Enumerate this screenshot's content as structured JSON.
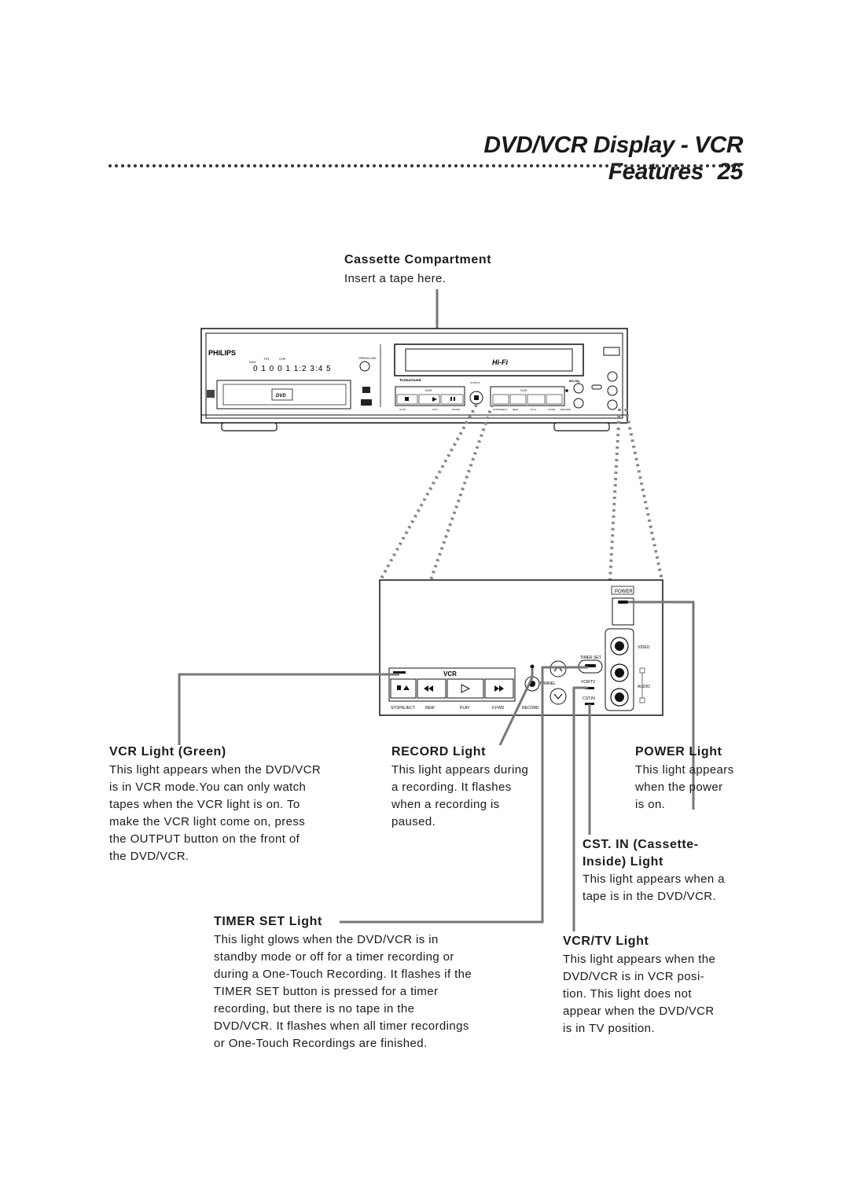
{
  "page": {
    "title": "DVD/VCR Display - VCR Features",
    "page_number": "25"
  },
  "cassette": {
    "heading": "Cassette Compartment",
    "text": "Insert a tape here."
  },
  "device": {
    "brand": "PHILIPS",
    "display_digits": "0 1  0 0  1   1:2 3:4 5",
    "display_labels": [
      "DVD",
      "TITL",
      "CHP"
    ],
    "open_close": "OPEN/CLOSE",
    "hifi": "Hi-Fi",
    "trusurround": "TruSurround",
    "mshq": "MS HQ",
    "dvd_label": "DVD",
    "vcr_label": "VCR",
    "output": "OUTPUT",
    "dvd_button_labels": [
      "STOP",
      "PLAY",
      "PAUSE"
    ],
    "vcr_button_labels": [
      "STOP/EJECT",
      "REW",
      "PLAY",
      "F.FWD",
      "RECORD"
    ]
  },
  "zoom_panel": {
    "power": "POWER",
    "video": "VIDEO",
    "audio": "AUDIO",
    "timer_set": "TIMER SET",
    "vcr_tv": "VCR/TV",
    "cst_in": "CST.IN",
    "channel": "CHANNEL",
    "vcr": "VCR",
    "buttons": [
      "STOP/EJECT",
      "REW",
      "PLAY",
      "F.FWD",
      "RECORD"
    ]
  },
  "sections": {
    "vcr_light": {
      "heading": "VCR Light (Green)",
      "lines": [
        "This light appears when the DVD/VCR",
        "is in VCR mode.You can only watch",
        "tapes when the VCR light is on. To",
        "make the VCR light come on, press",
        "the OUTPUT button on the front of",
        "the DVD/VCR."
      ]
    },
    "record_light": {
      "heading": "RECORD Light",
      "lines": [
        "This light appears during",
        "a recording. It flashes",
        "when a recording is",
        "paused."
      ]
    },
    "power_light": {
      "heading": "POWER Light",
      "lines": [
        "This light appears",
        "when the power",
        "is on."
      ]
    },
    "cst_in_light": {
      "heading_lines": [
        "CST. IN (Cassette-",
        "Inside) Light"
      ],
      "lines": [
        "This light appears when a",
        "tape is in the DVD/VCR."
      ]
    },
    "timer_set_light": {
      "heading": "TIMER SET Light",
      "lines": [
        "This light glows when the DVD/VCR is in",
        "standby mode or off for a timer recording or",
        "during a One-Touch Recording. It flashes if the",
        "TIMER SET button is pressed for a timer",
        "recording, but there is no tape in the",
        "DVD/VCR. It flashes when all timer recordings",
        "or One-Touch Recordings are finished."
      ]
    },
    "vcr_tv_light": {
      "heading": "VCR/TV Light",
      "lines": [
        "This light appears when the",
        "DVD/VCR is in VCR posi-",
        "tion. This light does not",
        "appear when the DVD/VCR",
        "is in TV position."
      ]
    }
  }
}
